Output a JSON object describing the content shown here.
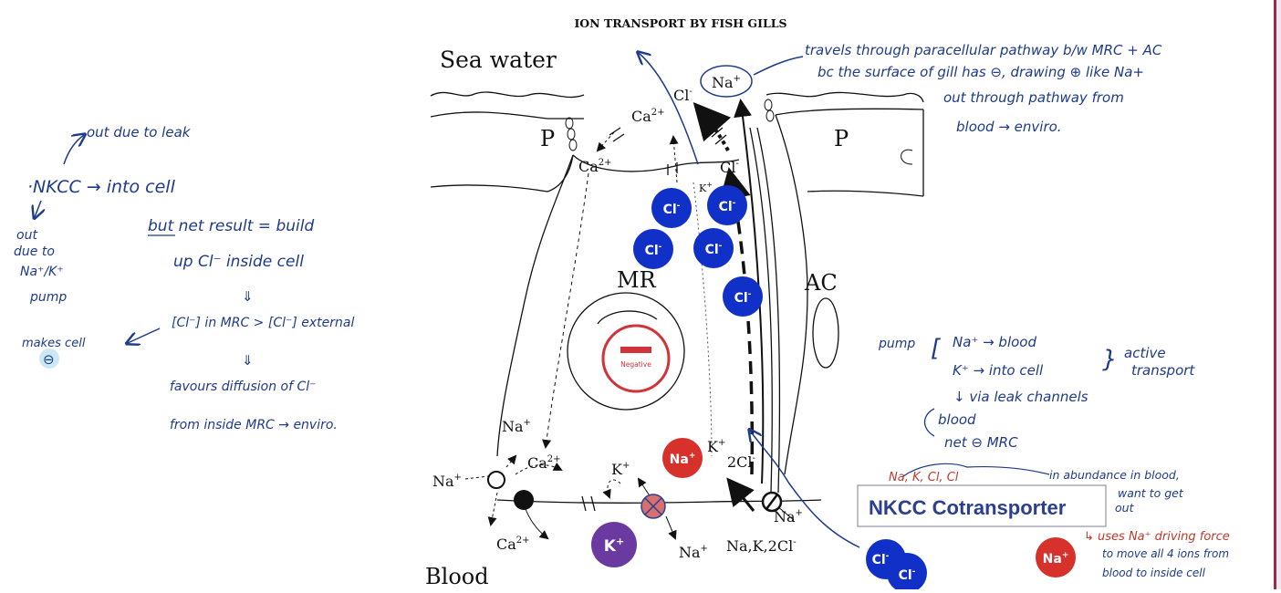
{
  "diagram": {
    "title": "ION TRANSPORT BY FISH GILLS",
    "labels": {
      "sea_water": "Sea water",
      "blood": "Blood",
      "p_left": "P",
      "p_right": "P",
      "mr": "MR",
      "ac": "AC",
      "negative": "Negative",
      "na_top": "Na",
      "cl_top": "Cl",
      "ca_top": "Ca",
      "ca_inside": "Ca",
      "cl_right": "Cl",
      "k_small": "K",
      "na_bottom_left": "Na",
      "ca_bottom": "Ca",
      "na_left": "Na",
      "k_bottom": "K",
      "k_right": "K",
      "two_cl": "2Cl",
      "na_right": "Na",
      "ca_lowest": "Ca",
      "na_lowest": "Na",
      "nakcl": "Na,K,2Cl"
    },
    "superscripts": {
      "plus": "+",
      "minus": "-",
      "two_plus": "2+"
    },
    "ion_badges": {
      "cl": "Cl",
      "na": "Na",
      "k": "K"
    }
  },
  "annotations": {
    "left_notes": {
      "out_due_to_leak": "out due to leak",
      "nkcc_into_cell": "·NKCC → into cell",
      "out_due_to": [
        "out",
        "due to",
        "Na⁺/K⁺",
        "pump"
      ],
      "but_net_result": "but  net result = build",
      "up_cl_inside": "up Cl⁻ inside cell",
      "arrow_down_1": "⇓",
      "concentration": "[Cl⁻] in MRC > [Cl⁻] external",
      "arrow_down_2": "⇓",
      "makes_cell": "makes cell",
      "neg_symbol": "⊖",
      "favours": "favours diffusion of Cl⁻",
      "from_inside": "from inside MRC → enviro."
    },
    "top_right_notes": [
      "travels through paracellular pathway b/w MRC + AC",
      "bc the surface of gill has ⊖, drawing ⊕ like Na+",
      "out through pathway from",
      "blood → enviro."
    ],
    "pump_notes": {
      "pump": "pump",
      "na_blood": "Na⁺ → blood",
      "k_cell": "K⁺ → into cell",
      "active": "active",
      "transport": "transport",
      "via_leak": "↓ via leak channels",
      "blood": "blood",
      "net_mrc": "net ⊖ MRC"
    },
    "nkcc_notes": {
      "red_ions": "Na, K, Cl, Cl",
      "abundance": "in abundance in blood,",
      "want_get": "want to get",
      "out": "out",
      "box_label": "NKCC Cotransporter",
      "uses_na": "↳ uses Na⁺ driving force",
      "move_all": "to move all 4 ions from",
      "blood_inside": "blood to inside cell"
    }
  },
  "colors": {
    "ink": "#1e3a8a",
    "cl_ion": "#1030c8",
    "na_ion": "#d6312a",
    "k_ion": "#6b3aa0",
    "negative_red": "#d0343a",
    "annotation_red": "#c0392b"
  }
}
